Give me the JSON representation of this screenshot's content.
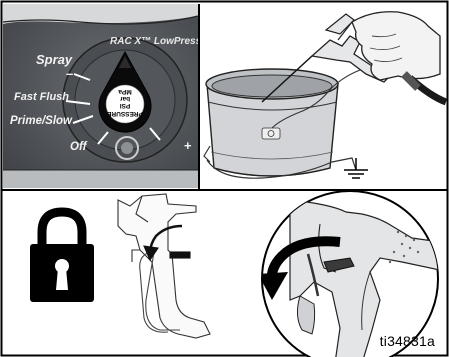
{
  "control_panel": {
    "spray_label": "Spray",
    "dial_title": "RAC X™ LowPressure",
    "fast_flush_label": "Fast Flush",
    "prime_slow_label": "Prime/Slow",
    "off_label": "Off",
    "pressure_label": "PRESSURE",
    "psi_label": "PSI",
    "bar_label": "bar",
    "mpa_label": "MPa",
    "minus_mark": "–",
    "plus_mark": "+"
  },
  "figure_id": "ti34831a",
  "icons": {
    "lock": "padlock-icon",
    "gun_lock": "trigger-lock-icon",
    "ground": "ground-symbol-icon"
  }
}
